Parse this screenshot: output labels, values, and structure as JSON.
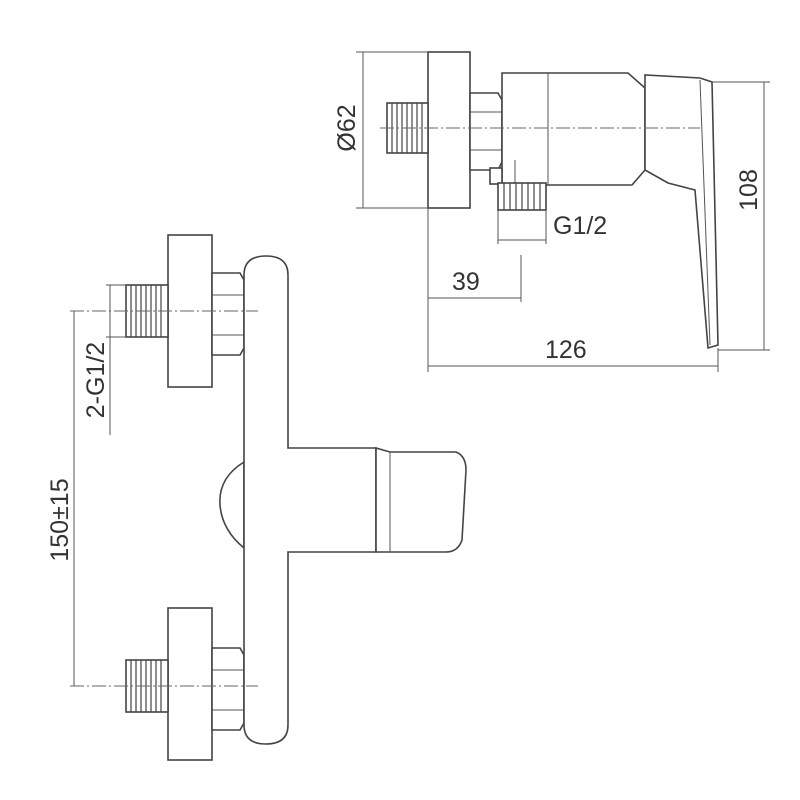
{
  "dimensions": {
    "diameter_label": "Ø62",
    "height_label": "108",
    "outlet_thread_label": "G1/2",
    "offset_label": "39",
    "depth_label": "126",
    "inlet_thread_label": "2-G1/2",
    "center_distance_label": "150±15"
  },
  "colors": {
    "line": "#444444",
    "text": "#333333",
    "background": "#ffffff"
  }
}
